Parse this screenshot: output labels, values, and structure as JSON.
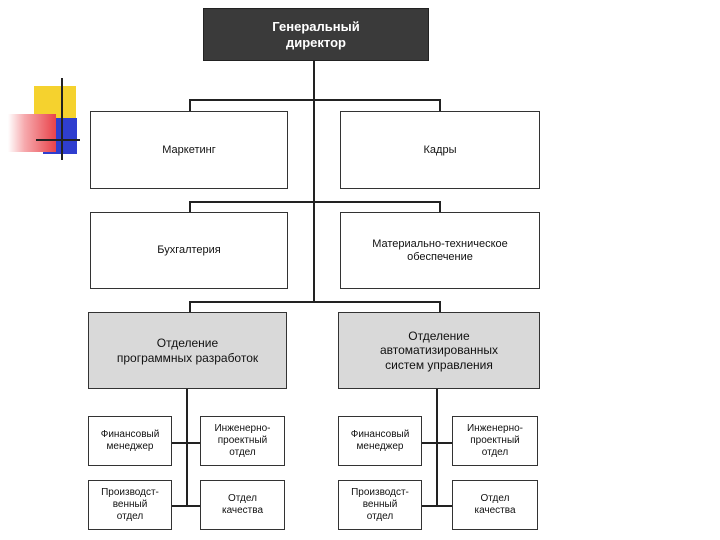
{
  "decoration": {
    "colors": {
      "yellow": "#f5d22e",
      "red": "#e9434a",
      "blue": "#2f3ecf",
      "line": "#222222"
    }
  },
  "org": {
    "ceo": "Генеральный\nдиректор",
    "marketing": "Маркетинг",
    "hr": "Кадры",
    "accounting": "Бухгалтерия",
    "logistics": "Материально-техническое\nобеспечение",
    "div_software": "Отделение\nпрограммных разработок",
    "div_automation": "Отделение\nавтоматизированных\nсистем управления",
    "left": {
      "finance": "Финансовый\nменеджер",
      "engineering": "Инженерно-\nпроектный\nотдел",
      "production": "Производст-\nвенный\nотдел",
      "quality": "Отдел\nкачества"
    },
    "right": {
      "finance": "Финансовый\nменеджер",
      "engineering": "Инженерно-\nпроектный\nотдел",
      "production": "Производст-\nвенный\nотдел",
      "quality": "Отдел\nкачества"
    }
  }
}
